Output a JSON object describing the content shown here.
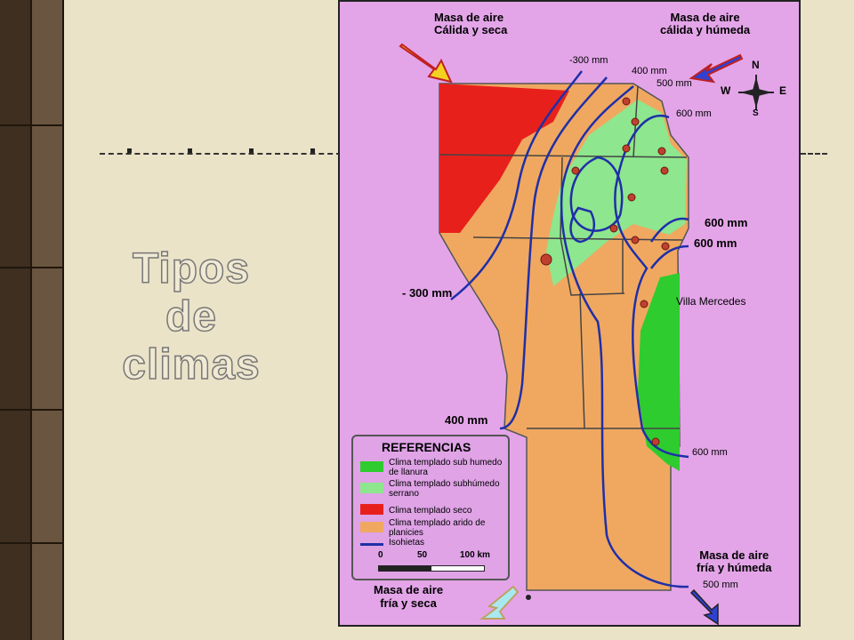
{
  "slide": {
    "title_lines": [
      "Tipos",
      "de",
      "climas"
    ]
  },
  "map": {
    "labels": {
      "air_nw": [
        "Masa de aire",
        "Cálida y seca"
      ],
      "air_ne": [
        "Masa de aire",
        "cálida y húmeda"
      ],
      "air_se": [
        "Masa de aire",
        "fría y húmeda"
      ],
      "air_sw": [
        "Masa de aire",
        "fría y seca"
      ],
      "iso_300_top": "-300 mm",
      "iso_400_top": "400 mm",
      "iso_500_top": "500 mm",
      "iso_600_top": "600 mm",
      "iso_600_mid1": "600 mm",
      "iso_600_mid2": "600 mm",
      "iso_300_left": "- 300 mm",
      "villa": "Villa Mercedes",
      "iso_400_bottom": "400 mm",
      "iso_600_bottom": "600 mm",
      "iso_500_bottom": "500 mm"
    },
    "compass": {
      "n": "N",
      "s": "S",
      "e": "E",
      "w": "W"
    },
    "legend": {
      "title": "REFERENCIAS",
      "items": [
        {
          "label": "Clima templado sub humedo de llanura",
          "color": "#2ecc2e"
        },
        {
          "label": "Clima templado subhúmedo serrano",
          "color": "#8ee68e"
        },
        {
          "label": "Clima templado  seco",
          "color": "#e8201c"
        },
        {
          "label": "Clima templado arido de planicies",
          "color": "#f0a860"
        },
        {
          "label": "Isohietas",
          "color": "#1f2fa8"
        }
      ],
      "scale": [
        "0",
        "50",
        "100 km"
      ]
    },
    "colors": {
      "background": "#e3a5e8",
      "humid_plain": "#2ecc2e",
      "humid_mountain": "#8ee68e",
      "dry": "#e8201c",
      "arid": "#f0a860",
      "isohyet": "#1f2fa8"
    }
  }
}
